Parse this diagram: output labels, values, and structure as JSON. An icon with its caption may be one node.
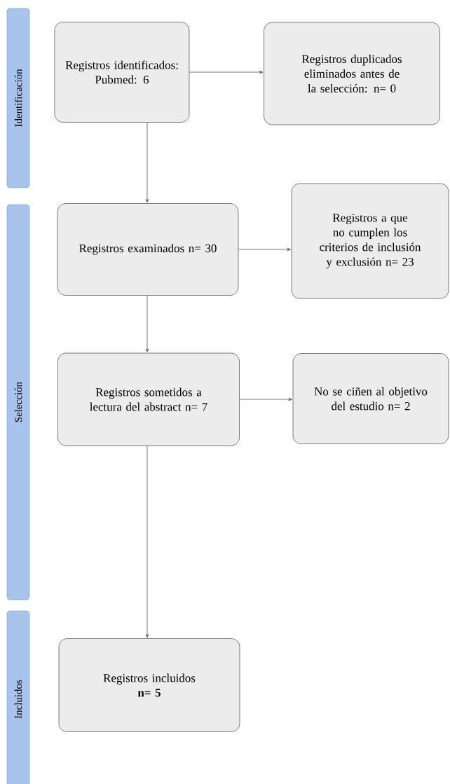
{
  "diagram": {
    "nodes": [
      {
        "text": [
          "Identificación"
        ]
      },
      {
        "text": [
          "Selección"
        ]
      },
      {
        "text": [
          "Incluidos"
        ]
      },
      {
        "text": [
          "Registros identificados: Pubmed: 6"
        ]
      },
      {
        "text": [
          "Registros duplicados eliminados antes de la selección: n= 0"
        ]
      },
      {
        "text": [
          "Registros examinados n= 30"
        ]
      },
      {
        "text": [
          "Registros a que no cumplen los criterios de inclusión y exclusión n= 23"
        ]
      },
      {
        "text": [
          "Registros sometidos a lectura del abstract n= 7"
        ]
      },
      {
        "text": [
          "No se ciñen al objetivo del estudio n= 2"
        ]
      },
      {
        "text": [
          "Registros incluidos",
          "n= 5"
        ]
      }
    ],
    "edges": [
      {
        "from": 3,
        "to": 4,
        "arrow": "to"
      },
      {
        "from": 3,
        "to": 5,
        "arrow": "to"
      },
      {
        "from": 5,
        "to": 6,
        "arrow": "to"
      },
      {
        "from": 5,
        "to": 7,
        "arrow": "to"
      },
      {
        "from": 7,
        "to": 8,
        "arrow": "to"
      },
      {
        "from": 7,
        "to": 9,
        "arrow": "to"
      }
    ]
  }
}
